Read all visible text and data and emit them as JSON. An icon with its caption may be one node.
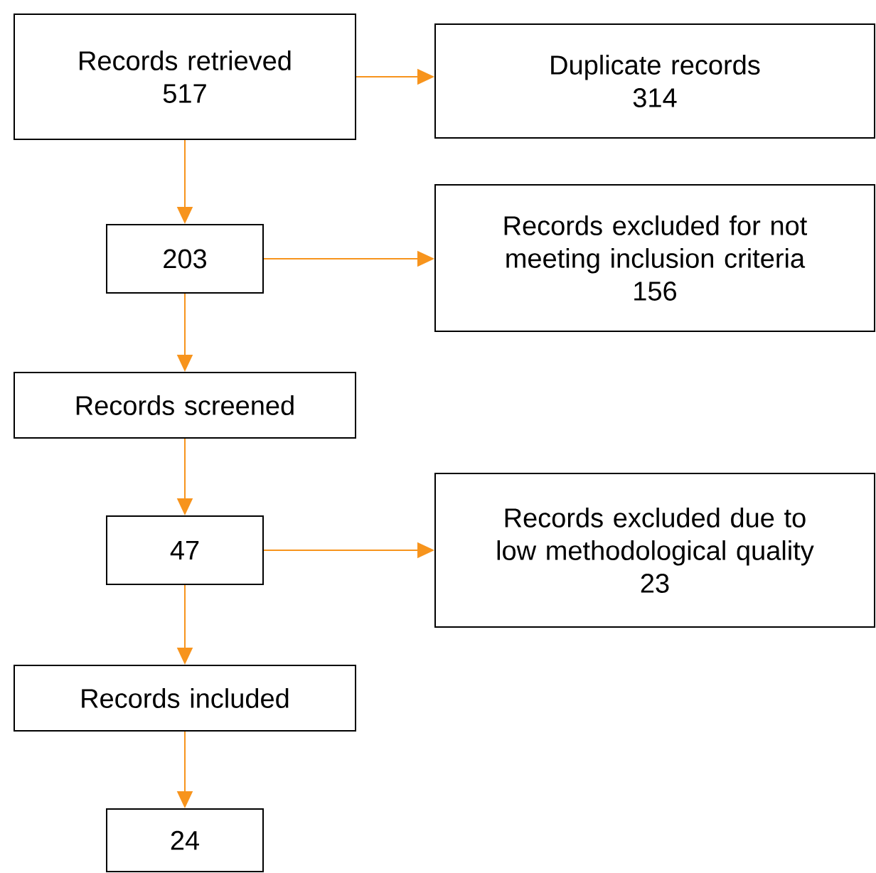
{
  "diagram": {
    "nodes": [
      {
        "text": [
          "Records retrieved",
          "517"
        ]
      },
      {
        "text": [
          "Duplicate records",
          "314"
        ]
      },
      {
        "text": [
          "203"
        ]
      },
      {
        "text": [
          "Records excluded for not meeting inclusion criteria",
          "156"
        ]
      },
      {
        "text": [
          "Records screened"
        ]
      },
      {
        "text": [
          "47"
        ]
      },
      {
        "text": [
          "Records excluded due to low methodological quality",
          "23"
        ]
      },
      {
        "text": [
          "Records included"
        ]
      },
      {
        "text": [
          "24"
        ]
      }
    ],
    "edges": [
      {
        "from": 0,
        "to": 1,
        "arrow": "to"
      },
      {
        "from": 0,
        "to": 2,
        "arrow": "to"
      },
      {
        "from": 2,
        "to": 3,
        "arrow": "to"
      },
      {
        "from": 2,
        "to": 4,
        "arrow": "to"
      },
      {
        "from": 4,
        "to": 5,
        "arrow": "to"
      },
      {
        "from": 5,
        "to": 6,
        "arrow": "to"
      },
      {
        "from": 5,
        "to": 7,
        "arrow": "to"
      },
      {
        "from": 7,
        "to": 8,
        "arrow": "to"
      }
    ]
  }
}
